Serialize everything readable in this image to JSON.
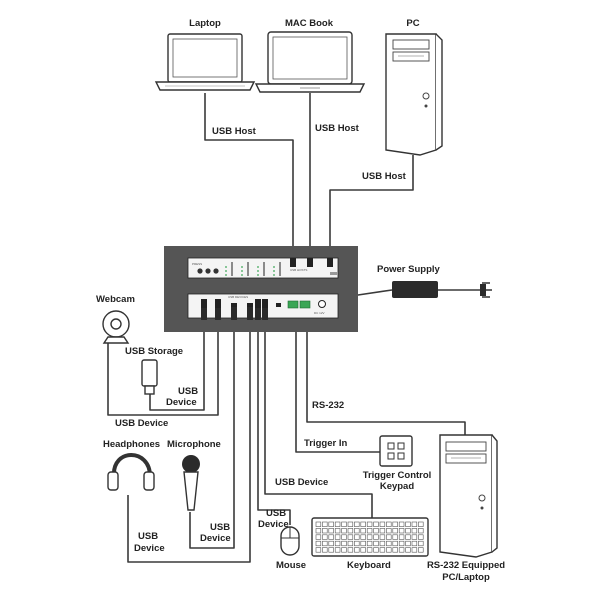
{
  "devices": {
    "laptop": "Laptop",
    "macbook": "MAC Book",
    "pc": "PC",
    "webcam": "Webcam",
    "usb_storage": "USB Storage",
    "headphones": "Headphones",
    "microphone": "Microphone",
    "mouse": "Mouse",
    "keyboard": "Keyboard",
    "trigger_keypad_line1": "Trigger Control",
    "trigger_keypad_line2": "Keypad",
    "rs232_pc_line1": "RS-232 Equipped",
    "rs232_pc_line2": "PC/Laptop",
    "power_supply": "Power Supply"
  },
  "connections": {
    "laptop_cable": "USB Host",
    "macbook_cable": "USB Host",
    "pc_cable": "USB Host",
    "usb_storage_line1": "USB",
    "usb_storage_line2": "Device",
    "webcam_cable": "USB Device",
    "headphones_line1": "USB",
    "headphones_line2": "Device",
    "microphone_line1": "USB",
    "microphone_line2": "Device",
    "mouse_line1": "USB",
    "mouse_line2": "Device",
    "keyboard_cable": "USB Device",
    "trigger_cable": "Trigger In",
    "rs232_cable": "RS-232"
  },
  "unit": {
    "front_panel_text": "PRESS",
    "rear_panel_text": "USB HOSTS",
    "rear_lower_text": "USB DEVICES",
    "dc_text": "DC 12V"
  },
  "colors": {
    "chassis": "#555555",
    "cable": "#3a3a3a",
    "terminal_green": "#3aa655",
    "panel": "#f4f4f4"
  }
}
